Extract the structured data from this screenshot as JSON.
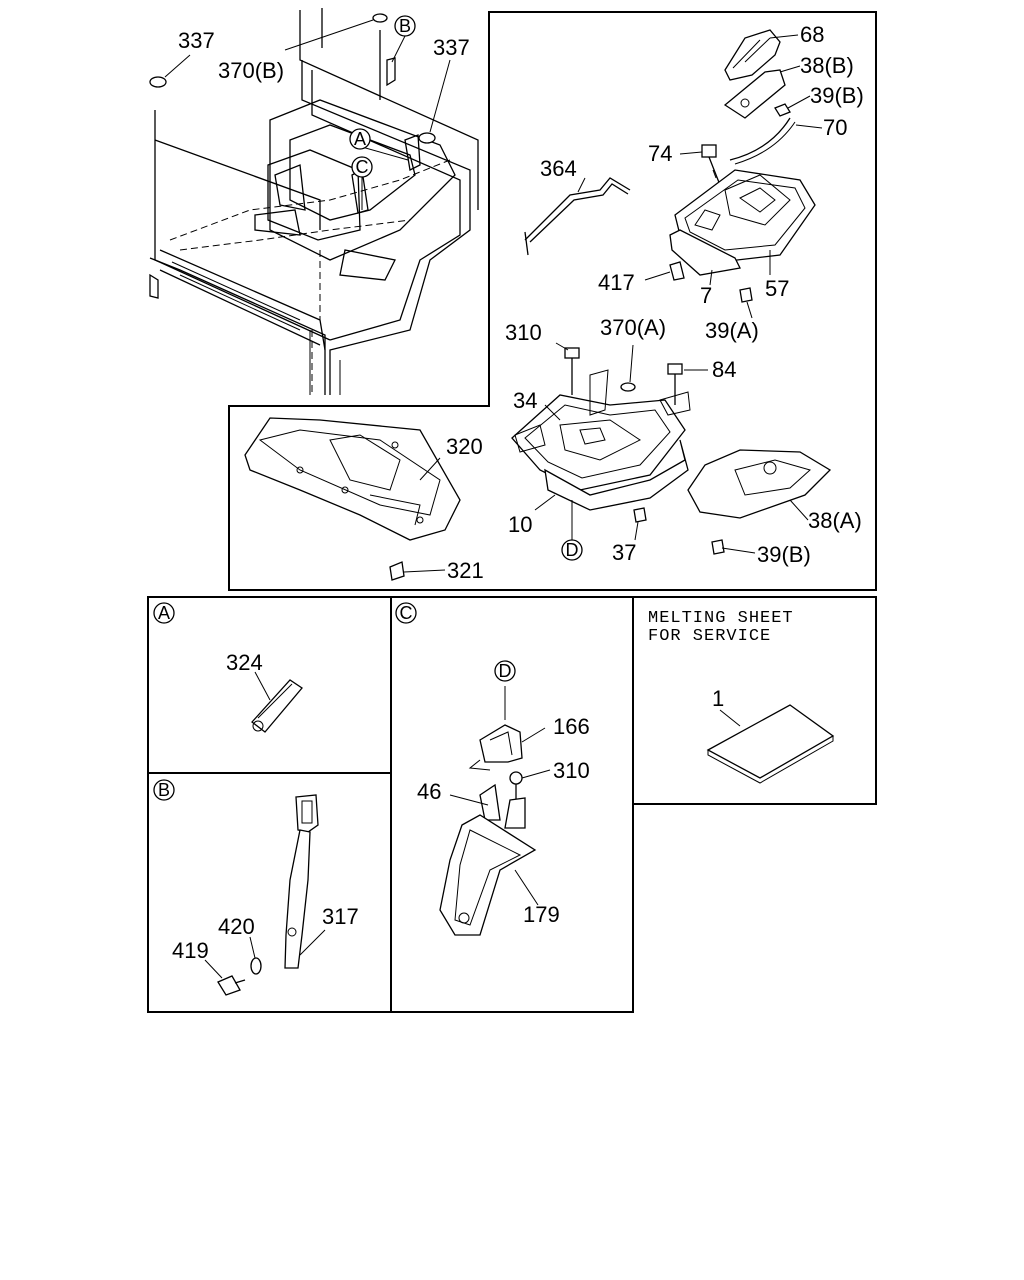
{
  "callouts": {
    "A": "A",
    "B": "B",
    "C": "C",
    "D": "D"
  },
  "labels": {
    "p337_left": "337",
    "p370B": "370(B)",
    "p337_right": "337",
    "p68": "68",
    "p38B": "38(B)",
    "p39B_top": "39(B)",
    "p70": "70",
    "p74": "74",
    "p364": "364",
    "p417": "417",
    "p7": "7",
    "p57": "57",
    "p39A": "39(A)",
    "p310_top": "310",
    "p370A": "370(A)",
    "p84": "84",
    "p34": "34",
    "p320": "320",
    "p10": "10",
    "p37": "37",
    "p38A": "38(A)",
    "p39B_bottom": "39(B)",
    "p321": "321",
    "p324": "324",
    "p420": "420",
    "p317": "317",
    "p419": "419",
    "p166": "166",
    "p310_c": "310",
    "p46": "46",
    "p179": "179",
    "p1": "1"
  },
  "note": {
    "line1": "MELTING SHEET",
    "line2": "FOR SERVICE"
  }
}
